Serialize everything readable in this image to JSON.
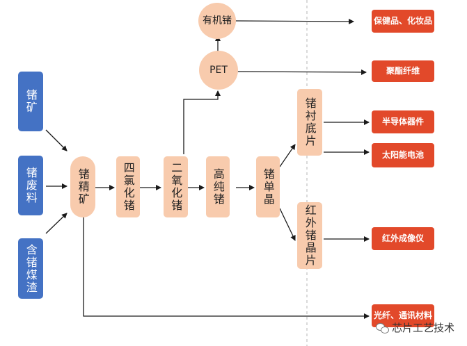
{
  "sources": {
    "ore": "锗矿",
    "waste": "锗废料",
    "coal_slag": "含锗煤渣"
  },
  "process": {
    "concentrate": "锗精矿",
    "tetrachloride": "四氯化锗",
    "dioxide": "二氧化锗",
    "high_purity": "高纯锗",
    "single_crystal": "锗单晶",
    "substrate": "锗衬底片",
    "ir_wafer": "红外锗晶片"
  },
  "intermediates": {
    "organic": "有机锗",
    "pet": "PET"
  },
  "applications": {
    "health": "保健品、化妆品",
    "polyester": "聚酯纤维",
    "semiconductor": "半导体器件",
    "solar": "太阳能电池",
    "infrared": "红外成像仪",
    "fiber": "光纤、通讯材料"
  },
  "watermark": {
    "text": "芯片工艺技术",
    "icon": "wechat-icon"
  },
  "colors": {
    "source_fill": "#4472c4",
    "process_fill": "#f8cbad",
    "application_fill": "#e2492a",
    "connector": "#1a1a1a",
    "divider": "#b4b4b4"
  }
}
